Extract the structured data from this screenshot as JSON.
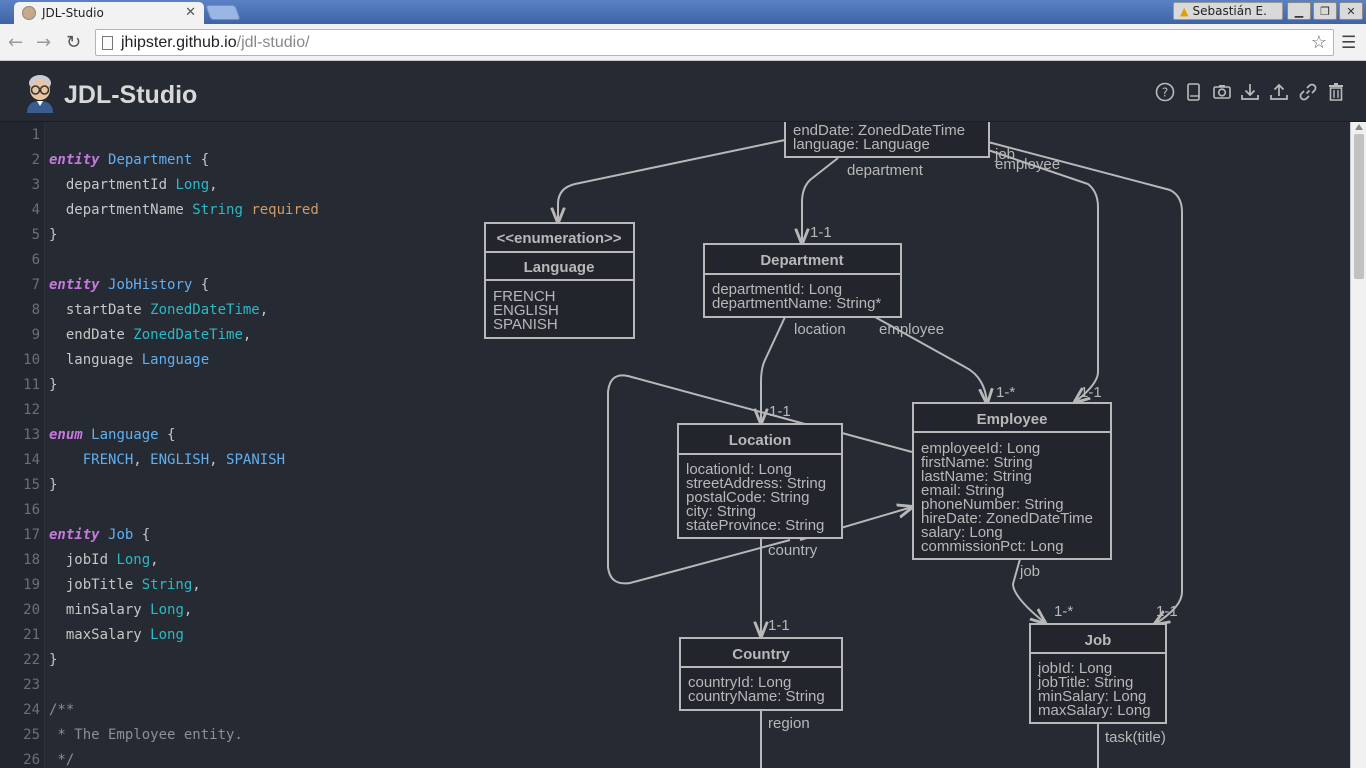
{
  "browser": {
    "tab_title": "JDL-Studio",
    "url_host": "jhipster.github.io",
    "url_path": "/jdl-studio/",
    "user_name": "Sebastián E."
  },
  "app": {
    "title": "JDL-Studio",
    "toolbar_icons": [
      "help-icon",
      "book-icon",
      "camera-icon",
      "download-icon",
      "upload-icon",
      "link-icon",
      "trash-icon"
    ]
  },
  "editor": {
    "lines": [
      {
        "n": "1",
        "segs": []
      },
      {
        "n": "2",
        "segs": [
          [
            "kw",
            "entity"
          ],
          [
            "",
            "",
            " "
          ],
          [
            "ent",
            "Department"
          ],
          [
            "",
            " {"
          ]
        ]
      },
      {
        "n": "3",
        "segs": [
          [
            "",
            "  departmentId "
          ],
          [
            "typ",
            "Long"
          ],
          [
            "",
            ","
          ]
        ]
      },
      {
        "n": "4",
        "segs": [
          [
            "",
            "  departmentName "
          ],
          [
            "typ",
            "String"
          ],
          [
            "",
            " "
          ],
          [
            "req",
            "required"
          ]
        ]
      },
      {
        "n": "5",
        "segs": [
          [
            "",
            "}"
          ]
        ]
      },
      {
        "n": "6",
        "segs": []
      },
      {
        "n": "7",
        "segs": [
          [
            "kw",
            "entity"
          ],
          [
            "",
            " "
          ],
          [
            "ent",
            "JobHistory"
          ],
          [
            "",
            " {"
          ]
        ]
      },
      {
        "n": "8",
        "segs": [
          [
            "",
            "  startDate "
          ],
          [
            "typ",
            "ZonedDateTime"
          ],
          [
            "",
            ","
          ]
        ]
      },
      {
        "n": "9",
        "segs": [
          [
            "",
            "  endDate "
          ],
          [
            "typ",
            "ZonedDateTime"
          ],
          [
            "",
            ","
          ]
        ]
      },
      {
        "n": "10",
        "segs": [
          [
            "",
            "  language "
          ],
          [
            "ent",
            "Language"
          ]
        ]
      },
      {
        "n": "11",
        "segs": [
          [
            "",
            "}"
          ]
        ]
      },
      {
        "n": "12",
        "segs": []
      },
      {
        "n": "13",
        "segs": [
          [
            "kw",
            "enum"
          ],
          [
            "",
            " "
          ],
          [
            "ent",
            "Language"
          ],
          [
            "",
            " {"
          ]
        ]
      },
      {
        "n": "14",
        "segs": [
          [
            "",
            "    "
          ],
          [
            "ent",
            "FRENCH"
          ],
          [
            "",
            ", "
          ],
          [
            "ent",
            "ENGLISH"
          ],
          [
            "",
            ", "
          ],
          [
            "ent",
            "SPANISH"
          ]
        ]
      },
      {
        "n": "15",
        "segs": [
          [
            "",
            "}"
          ]
        ]
      },
      {
        "n": "16",
        "segs": []
      },
      {
        "n": "17",
        "segs": [
          [
            "kw",
            "entity"
          ],
          [
            "",
            " "
          ],
          [
            "ent",
            "Job"
          ],
          [
            "",
            " {"
          ]
        ]
      },
      {
        "n": "18",
        "segs": [
          [
            "",
            "  jobId "
          ],
          [
            "typ",
            "Long"
          ],
          [
            "",
            ","
          ]
        ]
      },
      {
        "n": "19",
        "segs": [
          [
            "",
            "  jobTitle "
          ],
          [
            "typ",
            "String"
          ],
          [
            "",
            ","
          ]
        ]
      },
      {
        "n": "20",
        "segs": [
          [
            "",
            "  minSalary "
          ],
          [
            "typ",
            "Long"
          ],
          [
            "",
            ","
          ]
        ]
      },
      {
        "n": "21",
        "segs": [
          [
            "",
            "  maxSalary "
          ],
          [
            "typ",
            "Long"
          ]
        ]
      },
      {
        "n": "22",
        "segs": [
          [
            "",
            "}"
          ]
        ]
      },
      {
        "n": "23",
        "segs": []
      },
      {
        "n": "24",
        "segs": [
          [
            "cmt",
            "/**"
          ]
        ]
      },
      {
        "n": "25",
        "segs": [
          [
            "cmt",
            " * The Employee entity."
          ]
        ]
      },
      {
        "n": "26",
        "segs": [
          [
            "cmt",
            " */"
          ]
        ]
      }
    ]
  },
  "diagram": {
    "partial_box_lines": [
      "endDate: ZonedDateTime",
      "language: Language"
    ],
    "language": {
      "stereotype": "<<enumeration>>",
      "name": "Language",
      "values": [
        "FRENCH",
        "ENGLISH",
        "SPANISH"
      ]
    },
    "department": {
      "name": "Department",
      "fields": [
        "departmentId: Long",
        "departmentName: String*"
      ]
    },
    "location": {
      "name": "Location",
      "fields": [
        "locationId: Long",
        "streetAddress: String",
        "postalCode: String",
        "city: String",
        "stateProvince: String"
      ]
    },
    "employee": {
      "name": "Employee",
      "fields": [
        "employeeId: Long",
        "firstName: String",
        "lastName: String",
        "email: String",
        "phoneNumber: String",
        "hireDate: ZonedDateTime",
        "salary: Long",
        "commissionPct: Long"
      ]
    },
    "country": {
      "name": "Country",
      "fields": [
        "countryId: Long",
        "countryName: String"
      ]
    },
    "job": {
      "name": "Job",
      "fields": [
        "jobId: Long",
        "jobTitle: String",
        "minSalary: Long",
        "maxSalary: Long"
      ]
    },
    "labels": {
      "department": "department",
      "job_top": "job",
      "employee_top": "employee",
      "one_one": "1-1",
      "one_many": "1-*",
      "location": "location",
      "employee": "employee",
      "country": "country",
      "job": "job",
      "region": "region",
      "task": "task(title)"
    }
  },
  "colors": {
    "background": "#262a33",
    "diagram_stroke": "#b8b8b8",
    "keyword": "#c678dd",
    "entity": "#61afef",
    "type": "#2bbac5",
    "required": "#d19a66"
  }
}
